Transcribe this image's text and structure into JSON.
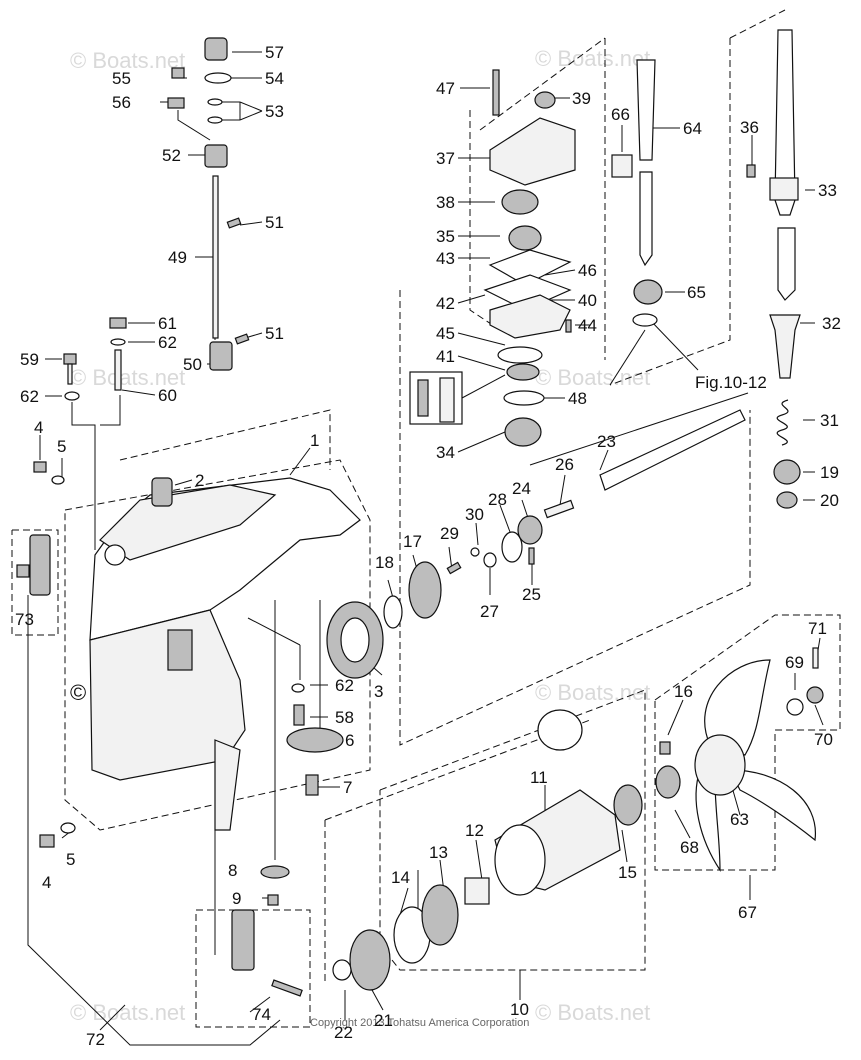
{
  "watermarks": {
    "light": "© Boats.net",
    "dark": "© Boats.net",
    "copyright": "Copyright 2013 Tohatsu America Corporation"
  },
  "reference": "Fig.10-12",
  "callouts": [
    "1",
    "2",
    "3",
    "4",
    "5",
    "6",
    "7",
    "8",
    "9",
    "10",
    "11",
    "12",
    "13",
    "14",
    "15",
    "16",
    "17",
    "18",
    "19",
    "20",
    "21",
    "22",
    "23",
    "24",
    "25",
    "26",
    "27",
    "28",
    "29",
    "30",
    "31",
    "32",
    "33",
    "34",
    "35",
    "36",
    "37",
    "38",
    "39",
    "40",
    "41",
    "42",
    "43",
    "44",
    "45",
    "46",
    "47",
    "48",
    "49",
    "50",
    "51",
    "52",
    "53",
    "54",
    "55",
    "56",
    "57",
    "58",
    "59",
    "60",
    "61",
    "62",
    "63",
    "64",
    "65",
    "66",
    "67",
    "68",
    "69",
    "70",
    "71",
    "72",
    "73",
    "74"
  ]
}
